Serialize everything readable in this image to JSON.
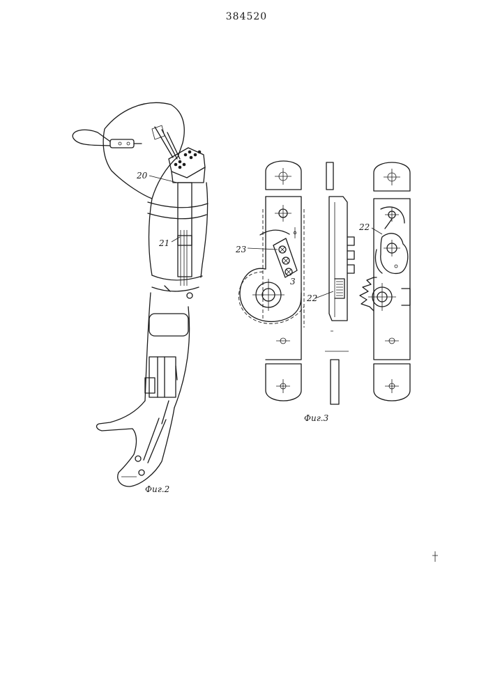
{
  "patent_number": "384520",
  "figures": {
    "fig2": {
      "caption": "Фиг.2",
      "labels": {
        "l20": "20",
        "l21": "21"
      }
    },
    "fig3": {
      "caption": "Фиг.3",
      "labels": {
        "l23": "23",
        "l3": "3",
        "l22a": "22",
        "l22b": "22"
      }
    }
  }
}
